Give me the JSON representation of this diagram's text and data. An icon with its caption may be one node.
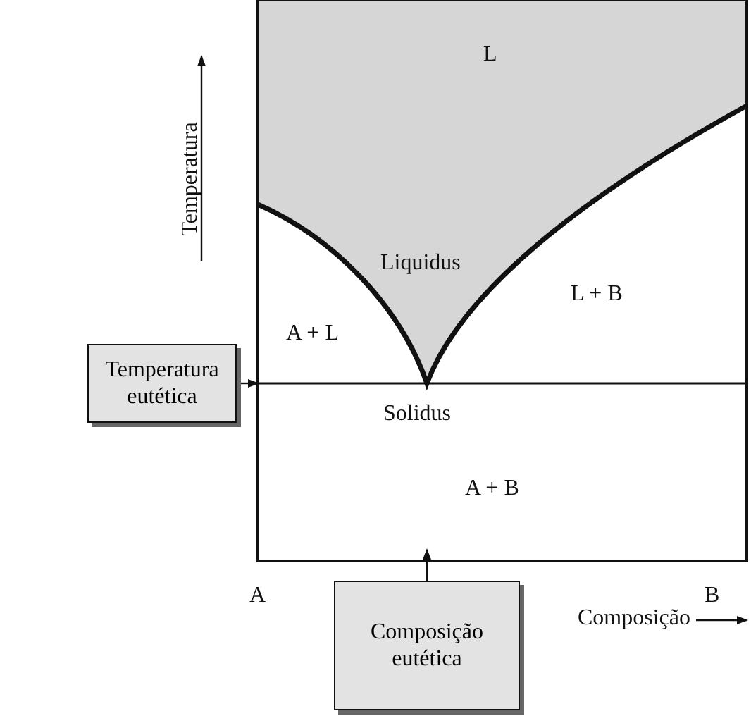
{
  "diagram": {
    "nodes": [
      {
        "text": [
          "Temperatura eutética"
        ]
      },
      {
        "text": [
          "Composição eutética"
        ]
      }
    ],
    "edges": [
      {
        "from": 0,
        "to": null,
        "arrow": "to"
      },
      {
        "from": 1,
        "to": null,
        "arrow": "to"
      }
    ],
    "labels": [
      "Temperatura",
      "L",
      "Liquidus",
      "L + B",
      "A + L",
      "Solidus",
      "A + B",
      "A",
      "B",
      "Composição"
    ]
  }
}
